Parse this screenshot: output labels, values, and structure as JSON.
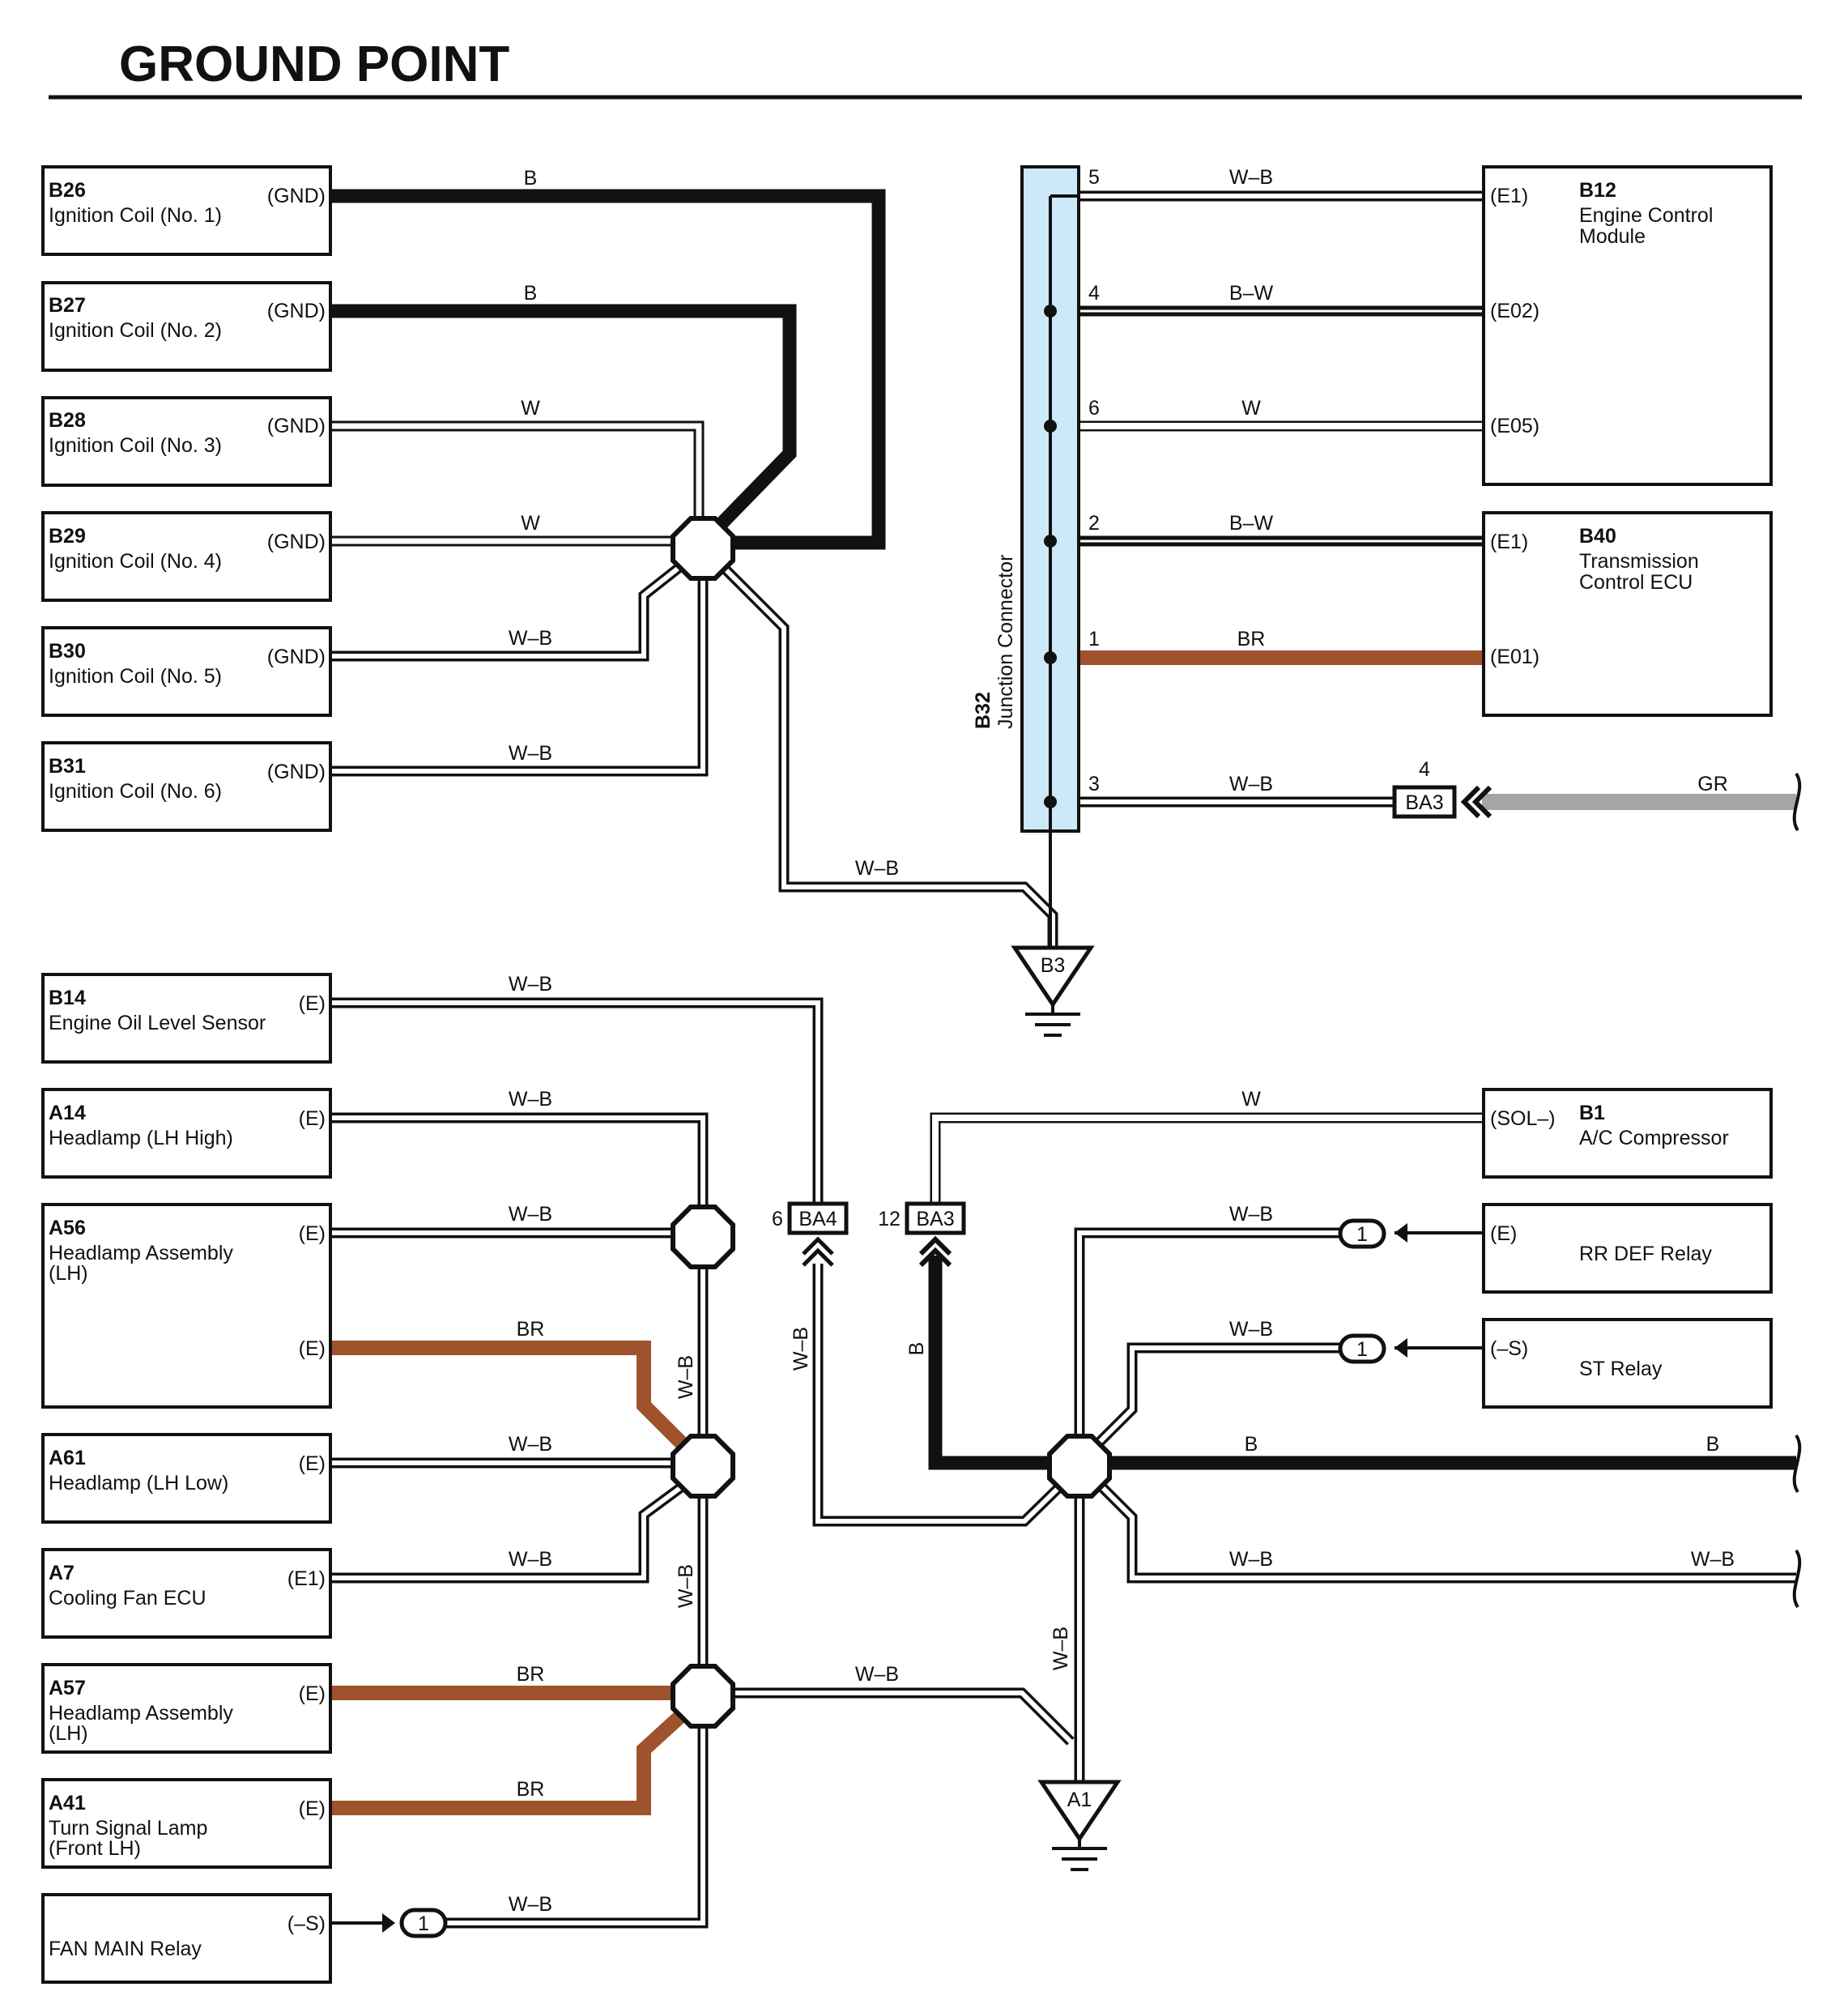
{
  "title": "GROUND POINT",
  "components": {
    "B26": {
      "code": "B26",
      "lines": [
        "Ignition Coil (No. 1)"
      ],
      "pin": "(GND)"
    },
    "B27": {
      "code": "B27",
      "lines": [
        "Ignition Coil (No. 2)"
      ],
      "pin": "(GND)"
    },
    "B28": {
      "code": "B28",
      "lines": [
        "Ignition Coil (No. 3)"
      ],
      "pin": "(GND)"
    },
    "B29": {
      "code": "B29",
      "lines": [
        "Ignition Coil (No. 4)"
      ],
      "pin": "(GND)"
    },
    "B30": {
      "code": "B30",
      "lines": [
        "Ignition Coil (No. 5)"
      ],
      "pin": "(GND)"
    },
    "B31": {
      "code": "B31",
      "lines": [
        "Ignition Coil (No. 6)"
      ],
      "pin": "(GND)"
    },
    "B12": {
      "code": "B12",
      "lines": [
        "Engine Control",
        "Module"
      ],
      "pins": [
        "(E1)",
        "(E02)",
        "(E05)"
      ]
    },
    "B40": {
      "code": "B40",
      "lines": [
        "Transmission",
        "Control ECU"
      ],
      "pins": [
        "(E1)",
        "(E01)"
      ]
    },
    "B14": {
      "code": "B14",
      "lines": [
        "Engine Oil Level Sensor"
      ],
      "pin": "(E)"
    },
    "A14": {
      "code": "A14",
      "lines": [
        "Headlamp (LH High)"
      ],
      "pin": "(E)"
    },
    "A56": {
      "code": "A56",
      "lines": [
        "Headlamp Assembly",
        "(LH)"
      ],
      "pins": [
        "(E)",
        "(E)"
      ]
    },
    "A61": {
      "code": "A61",
      "lines": [
        "Headlamp (LH Low)"
      ],
      "pin": "(E)"
    },
    "A7": {
      "code": "A7",
      "lines": [
        "Cooling Fan ECU"
      ],
      "pin": "(E1)"
    },
    "A57": {
      "code": "A57",
      "lines": [
        "Headlamp Assembly",
        "(LH)"
      ],
      "pin": "(E)"
    },
    "A41": {
      "code": "A41",
      "lines": [
        "Turn Signal Lamp",
        "(Front LH)"
      ],
      "pin": "(E)"
    },
    "FAN": {
      "lines": [
        "FAN MAIN Relay"
      ],
      "pin": "(–S)"
    },
    "B1": {
      "code": "B1",
      "lines": [
        "A/C Compressor"
      ],
      "pin": "(SOL–)"
    },
    "RRDEF": {
      "lines": [
        "RR DEF Relay"
      ],
      "pin": "(E)"
    },
    "ST": {
      "lines": [
        "ST Relay"
      ],
      "pin": "(–S)"
    }
  },
  "junction_connector": {
    "code": "B32",
    "name": "Junction Connector",
    "pins": [
      "5",
      "4",
      "6",
      "2",
      "1",
      "3"
    ]
  },
  "connectors": {
    "BA3_top": {
      "label": "BA3",
      "pin": "4"
    },
    "BA4": {
      "label": "BA4",
      "pin": "6"
    },
    "BA3_bottom": {
      "label": "BA3",
      "pin": "12"
    },
    "one": "1"
  },
  "grounds": {
    "B3": "B3",
    "A1": "A1"
  },
  "wire_labels": {
    "b26": "B",
    "b27": "B",
    "b28": "W",
    "b29": "W",
    "b30": "W–B",
    "b31": "W–B",
    "j5": "W–B",
    "j4": "B–W",
    "j6": "W",
    "j2": "B–W",
    "j1": "BR",
    "j3": "W–B",
    "gr": "GR",
    "to_b3": "W–B",
    "b14": "W–B",
    "a14": "W–B",
    "a56a": "W–B",
    "a56b": "BR",
    "a61": "W–B",
    "a7": "W–B",
    "a57": "BR",
    "a41": "BR",
    "fan": "W–B",
    "vert1": "W–B",
    "vert2": "W–B",
    "ba4_v": "W–B",
    "ba3_v": "B",
    "b1": "W",
    "rrdef": "W–B",
    "st": "W–B",
    "b_right1": "B",
    "b_right2": "B",
    "wb_right1": "W–B",
    "wb_right2": "W–B",
    "a57_to_a1": "W–B",
    "a1_vert": "W–B"
  },
  "colors": {
    "black": "#111111",
    "brown": "#a0522d",
    "gray": "#a5a5a5",
    "connector_fill": "#cde9f8"
  }
}
